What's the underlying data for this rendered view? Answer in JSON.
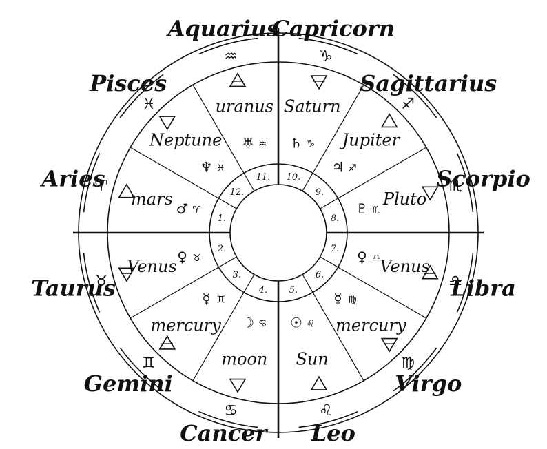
{
  "signs": [
    {
      "name": "Capricorn",
      "glyph": "♑"
    },
    {
      "name": "Sagittarius",
      "glyph": "♐"
    },
    {
      "name": "Scorpio",
      "glyph": "♏"
    },
    {
      "name": "Libra",
      "glyph": "♎"
    },
    {
      "name": "Virgo",
      "glyph": "♍"
    },
    {
      "name": "Leo",
      "glyph": "♌"
    },
    {
      "name": "Cancer",
      "glyph": "♋"
    },
    {
      "name": "Gemini",
      "glyph": "♊"
    },
    {
      "name": "Taurus",
      "glyph": "♉"
    },
    {
      "name": "Aries",
      "glyph": "♈"
    },
    {
      "name": "Pisces",
      "glyph": "♓"
    },
    {
      "name": "Aquarius",
      "glyph": "♒"
    }
  ],
  "planets": [
    {
      "name": "Saturn",
      "glyph": "♄",
      "sign_glyph": "♑",
      "element": "earth"
    },
    {
      "name": "Jupiter",
      "glyph": "♃",
      "sign_glyph": "♐",
      "element": "fire"
    },
    {
      "name": "Pluto",
      "glyph": "♇",
      "sign_glyph": "♏",
      "element": "water"
    },
    {
      "name": "Venus",
      "glyph": "♀",
      "sign_glyph": "♎",
      "element": "air"
    },
    {
      "name": "mercury",
      "glyph": "☿",
      "sign_glyph": "♍",
      "element": "earth"
    },
    {
      "name": "Sun",
      "glyph": "☉",
      "sign_glyph": "♌",
      "element": "fire"
    },
    {
      "name": "moon",
      "glyph": "☽",
      "sign_glyph": "♋",
      "element": "water"
    },
    {
      "name": "mercury",
      "glyph": "☿",
      "sign_glyph": "♊",
      "element": "air"
    },
    {
      "name": "Venus",
      "glyph": "♀",
      "sign_glyph": "♉",
      "element": "earth"
    },
    {
      "name": "mars",
      "glyph": "♂",
      "sign_glyph": "♈",
      "element": "fire"
    },
    {
      "name": "Neptune",
      "glyph": "♆",
      "sign_glyph": "♓",
      "element": "water"
    },
    {
      "name": "uranus",
      "glyph": "♅",
      "sign_glyph": "♒",
      "element": "air"
    }
  ],
  "houses": [
    "10.",
    "9.",
    "8.",
    "7.",
    "6.",
    "5.",
    "4.",
    "3.",
    "2.",
    "1.",
    "12.",
    "11."
  ]
}
